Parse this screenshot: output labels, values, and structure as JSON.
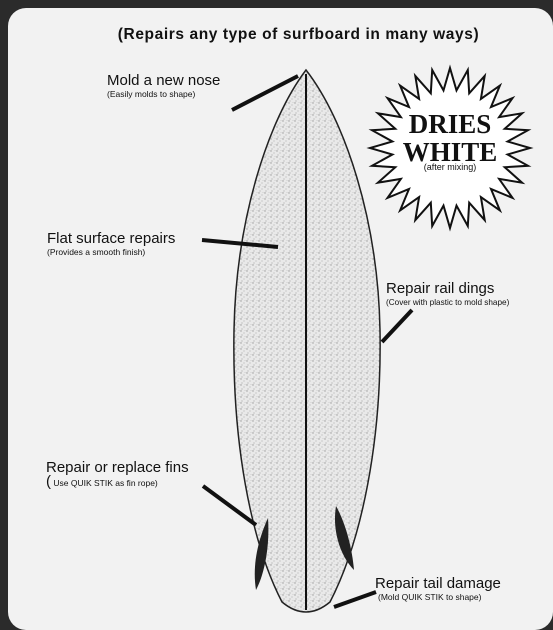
{
  "heading": "(Repairs any type of surfboard in many ways)",
  "callouts": {
    "nose": {
      "title": "Mold a new nose",
      "note": "(Easily molds to shape)"
    },
    "flat": {
      "title": "Flat surface repairs",
      "note": "(Provides a smooth finish)"
    },
    "rail": {
      "title": "Repair rail dings",
      "note": "(Cover with plastic to mold shape)"
    },
    "fins": {
      "title": "Repair or replace fins",
      "note_paren": "(",
      "note": " Use QUIK STIK as fin rope)"
    },
    "tail": {
      "title": "Repair tail damage",
      "note": "(Mold QUIK STIK to shape)"
    }
  },
  "badge": {
    "line1": "DRIES",
    "line2": "WHITE",
    "note": "(after mixing)"
  },
  "colors": {
    "frame": "#2b2b2b",
    "panel": "#f2f2f2",
    "ink": "#111111"
  }
}
